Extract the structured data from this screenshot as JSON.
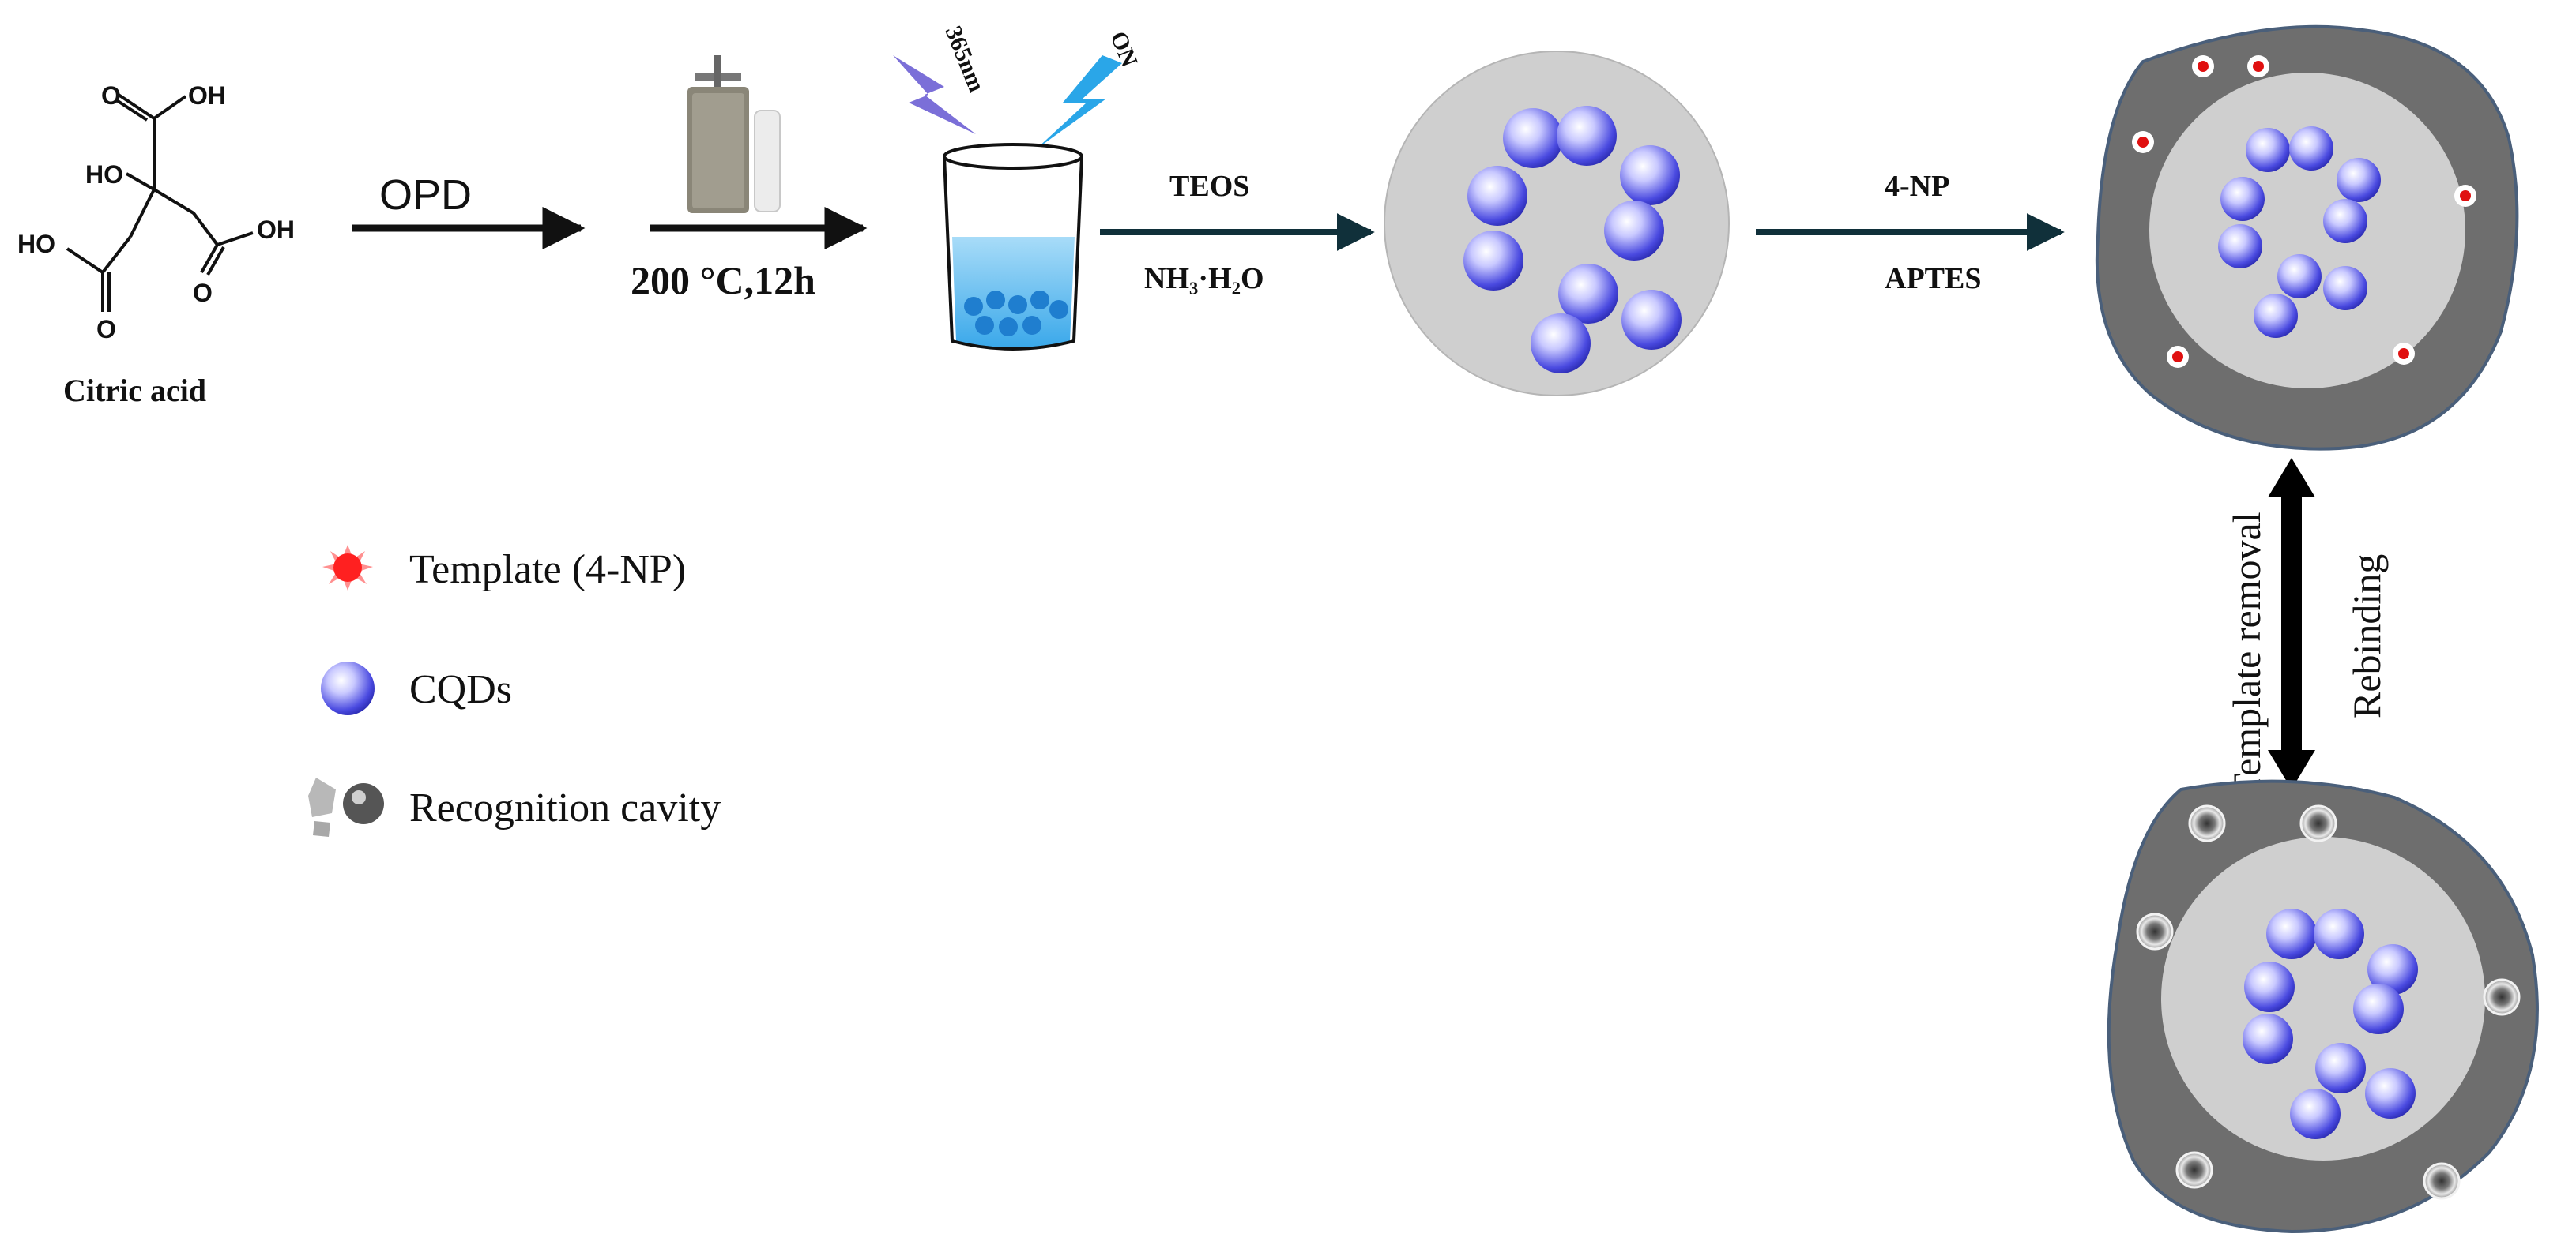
{
  "molecule": {
    "name": "Citric acid",
    "groups": {
      "oh_top": "OH",
      "ho_mid": "HO",
      "ho_left": "HO",
      "oh_right": "OH",
      "o_top": "O",
      "o_bottom": "O",
      "o_right": "O"
    }
  },
  "steps": [
    {
      "reagent_top": "OPD",
      "reagent_bottom": ""
    },
    {
      "reagent_top": "",
      "reagent_bottom": "200 °C,12h"
    },
    {
      "reagent_top": "TEOS",
      "reagent_bottom": "NH₃·H₂O"
    },
    {
      "reagent_top": "4-NP",
      "reagent_bottom": "APTES"
    }
  ],
  "uv_labels": {
    "wavelength": "365nm",
    "status": "ON"
  },
  "vertical_step": {
    "left": "Template removal",
    "right": "Rebinding"
  },
  "legend": [
    {
      "label": "Template (4-NP)",
      "icon": "template-star-icon"
    },
    {
      "label": "CQDs",
      "icon": "cqd-sphere-icon"
    },
    {
      "label": "Recognition cavity",
      "icon": "cavity-icon"
    }
  ],
  "colors": {
    "cqd": "#4a4ae0",
    "silica_core": "#cfcfcf",
    "shell": "#6e6e6e",
    "template": "#e01010",
    "solution": "#54b8f0",
    "uv_violet": "#7b6fd8",
    "uv_blue": "#2aa6e8"
  }
}
